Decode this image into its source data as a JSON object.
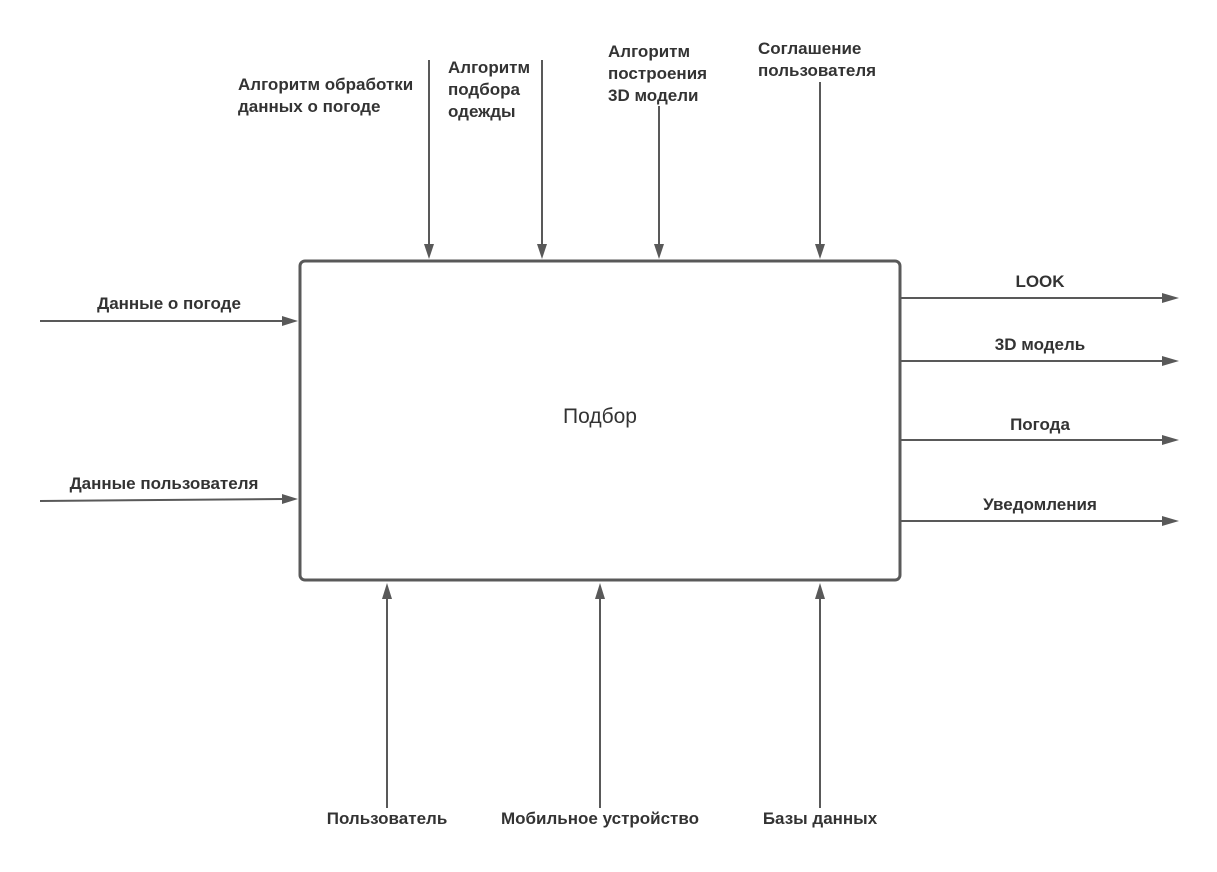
{
  "colors": {
    "stroke": "#595959",
    "text": "#333333",
    "background": "#ffffff"
  },
  "process": {
    "label": "Подбор"
  },
  "controls": [
    {
      "id": "weather-algorithm",
      "label": "Алгоритм обработки\nданных о погоде"
    },
    {
      "id": "clothes-algorithm",
      "label": "Алгоритм\nподбора\nодежды"
    },
    {
      "id": "model-algorithm",
      "label": "Алгоритм\nпостроения\n3D модели"
    },
    {
      "id": "user-agreement",
      "label": "Соглашение\nпользователя"
    }
  ],
  "inputs": [
    {
      "id": "weather-data",
      "label": "Данные о погоде"
    },
    {
      "id": "user-data",
      "label": "Данные пользователя"
    }
  ],
  "outputs": [
    {
      "id": "look",
      "label": "LOOK"
    },
    {
      "id": "model-3d",
      "label": "3D модель"
    },
    {
      "id": "weather",
      "label": "Погода"
    },
    {
      "id": "notifications",
      "label": "Уведомления"
    }
  ],
  "mechanisms": [
    {
      "id": "user",
      "label": "Пользователь"
    },
    {
      "id": "mobile-device",
      "label": "Мобильное устройство"
    },
    {
      "id": "databases",
      "label": "Базы данных"
    }
  ]
}
